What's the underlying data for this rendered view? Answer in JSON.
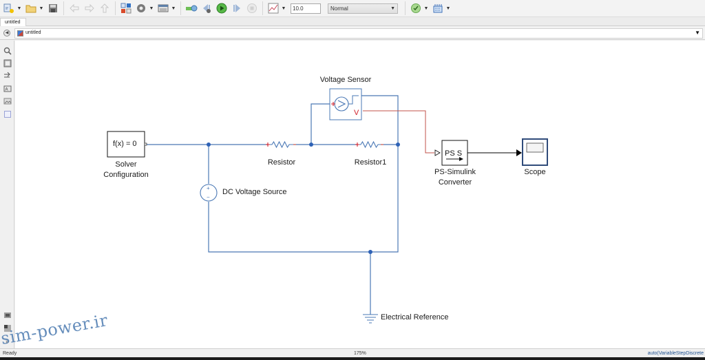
{
  "window": {
    "tab_label": "untitled",
    "address_path": "untitled"
  },
  "toolbar": {
    "stop_time": "10.0",
    "simulation_mode": "Normal",
    "icons": [
      "new-model-icon",
      "open-folder-icon",
      "save-icon",
      "back-icon",
      "forward-icon",
      "up-icon",
      "library-browser-icon",
      "model-settings-icon",
      "model-explorer-icon",
      "build-icon",
      "step-back-icon",
      "run-icon",
      "step-forward-icon",
      "stop-icon",
      "data-inspector-icon",
      "model-advisor-icon",
      "dashboard-icon"
    ]
  },
  "palette": {
    "icons": [
      "zoom-icon",
      "fit-view-icon",
      "arrow-toggle-icon",
      "annotation-icon",
      "image-icon",
      "area-icon",
      "model-browser-icon",
      "signal-view-icon",
      "expand-icon"
    ]
  },
  "diagram": {
    "blocks": {
      "solver": {
        "text": "f(x) = 0",
        "label_line1": "Solver",
        "label_line2": "Configuration"
      },
      "resistor": {
        "label": "Resistor"
      },
      "resistor1": {
        "label": "Resistor1"
      },
      "voltage_sensor": {
        "label": "Voltage Sensor",
        "port_v": "V"
      },
      "dc_source": {
        "label": "DC Voltage Source",
        "plus": "+",
        "minus": "−"
      },
      "ps_converter": {
        "text": "PS S",
        "label_line1": "PS-Simulink",
        "label_line2": "Converter"
      },
      "scope": {
        "label": "Scope"
      },
      "ground": {
        "label": "Electrical Reference"
      }
    },
    "colors": {
      "physical_line": "#4a78b5",
      "signal_line": "#c0524a",
      "signal_arrow": "#000000",
      "junction": "#2e62b6",
      "port_plus": "#d0202a"
    }
  },
  "status": {
    "state": "Ready",
    "zoom": "175%",
    "solver": "auto(VariableStepDiscrete"
  },
  "watermark": "sim-power.ir"
}
